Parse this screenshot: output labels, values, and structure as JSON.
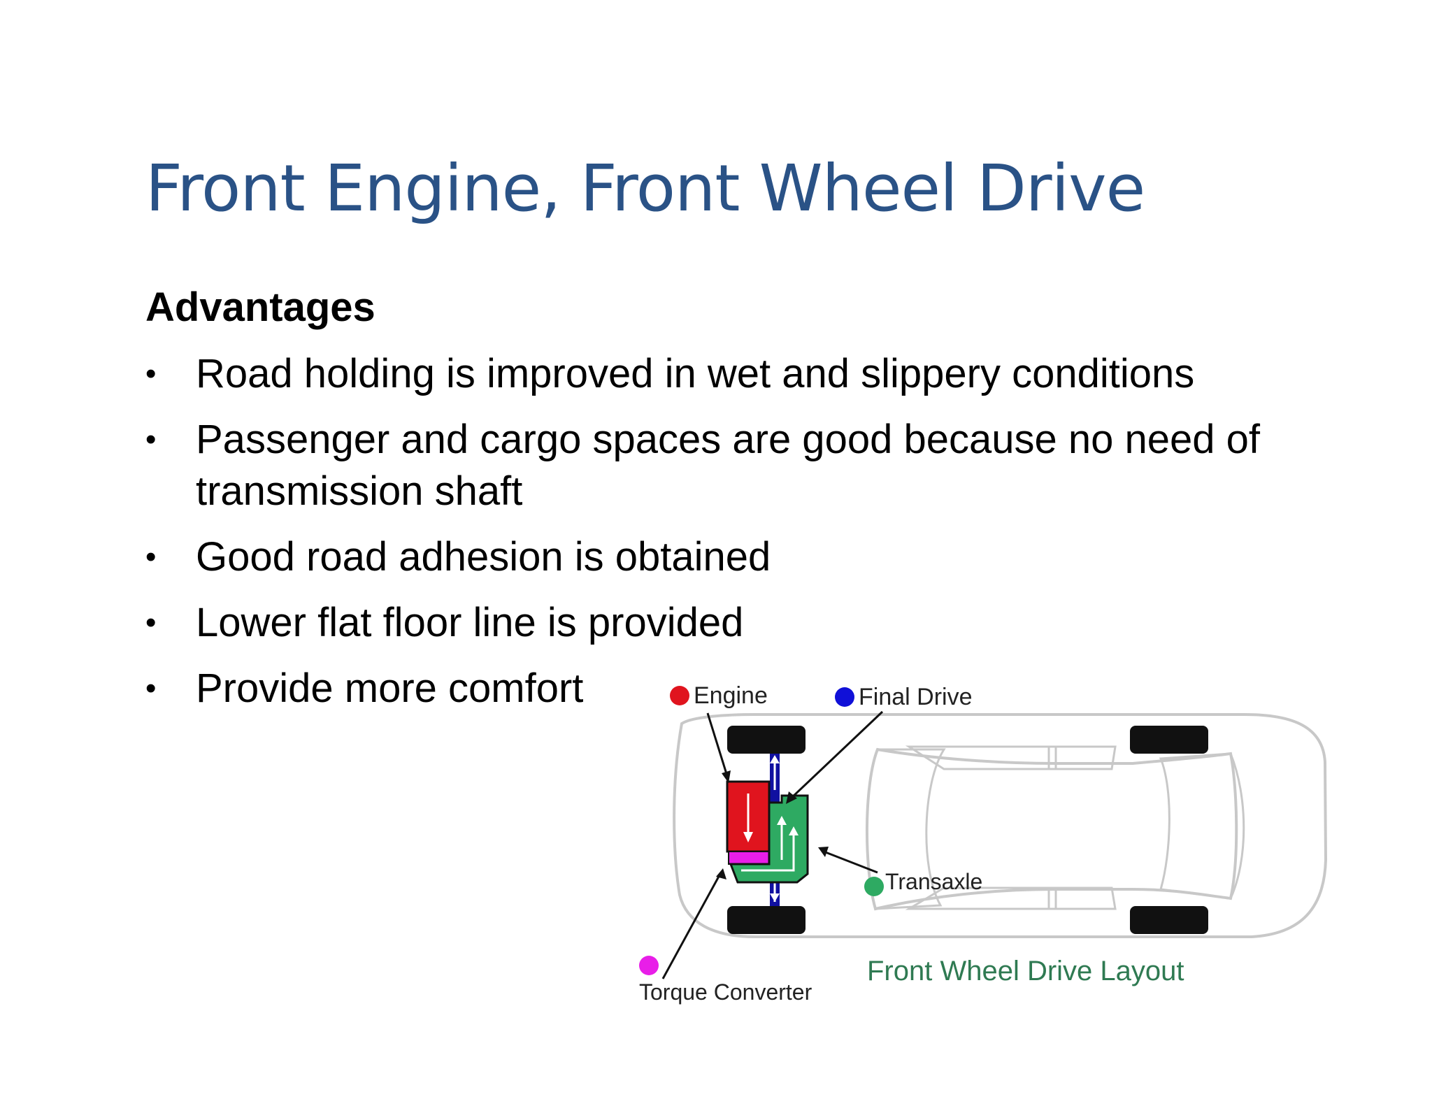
{
  "slide": {
    "title": "Front Engine, Front Wheel Drive",
    "heading": "Advantages",
    "bullets": [
      {
        "text": "Road holding is improved in wet and slippery conditions"
      },
      {
        "text": "Passenger and cargo spaces are good because  no need of transmission shaft"
      },
      {
        "text": "Good road adhesion is obtained"
      },
      {
        "text": "Lower flat floor line is provided"
      },
      {
        "text": "Provide more comfort"
      }
    ],
    "bullet_symbol": "•"
  },
  "diagram": {
    "caption": "Front Wheel Drive Layout",
    "labels": {
      "engine": "Engine",
      "final_drive": "Final Drive",
      "transaxle": "Transaxle",
      "torque_converter": "Torque Converter"
    },
    "colors": {
      "engine": "#e0141e",
      "final_drive": "#1010d8",
      "transaxle": "#2eaa62",
      "torque_converter": "#e81ee8",
      "caption": "#2f7a52",
      "title": "#2a5286"
    }
  }
}
